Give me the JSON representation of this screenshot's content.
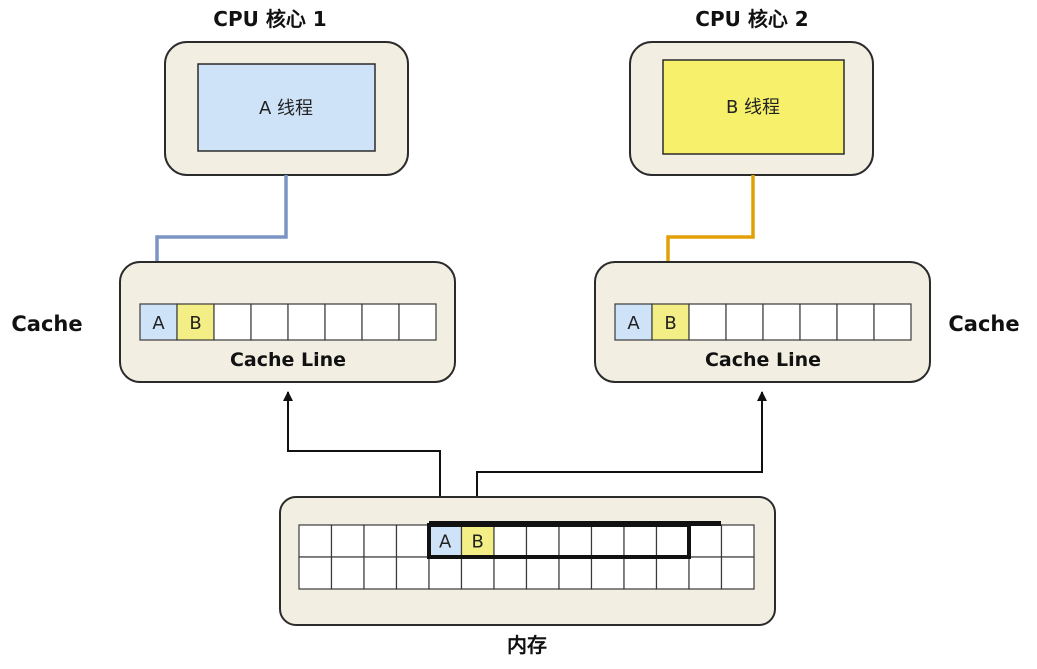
{
  "colors": {
    "container_fill": "#f2eee1",
    "thread_a_fill": "#cfe3f8",
    "thread_b_fill": "#f6f06a",
    "cell_a_fill": "#cfe3f8",
    "cell_b_fill": "#f3ee86",
    "cell_empty_fill": "#ffffff",
    "arrow_blue": "#7b94c6",
    "arrow_orange": "#e2a007",
    "arrow_black": "#111111",
    "cache_line_highlight": "#111111"
  },
  "cpu1": {
    "title": "CPU 核心 1",
    "thread_label": "A 线程"
  },
  "cpu2": {
    "title": "CPU 核心 2",
    "thread_label": "B 线程"
  },
  "cache_left": {
    "side_label": "Cache",
    "line_label": "Cache Line",
    "cell_a": "A",
    "cell_b": "B"
  },
  "cache_right": {
    "side_label": "Cache",
    "line_label": "Cache Line",
    "cell_a": "A",
    "cell_b": "B"
  },
  "memory": {
    "label": "内存",
    "cell_a": "A",
    "cell_b": "B"
  }
}
